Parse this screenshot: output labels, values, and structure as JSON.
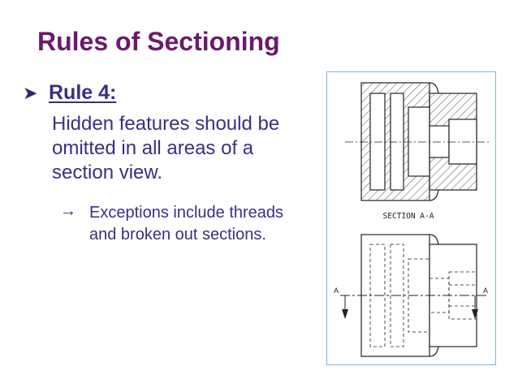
{
  "slide": {
    "title": "Rules of Sectioning",
    "rule_label": "Rule 4:",
    "body_text": "Hidden features should be omitted in all areas of a section view.",
    "sub_bullet_symbol": "→",
    "sub_text": "Exceptions include threads and broken out sections."
  },
  "figure": {
    "section_caption": "SECTION A-A",
    "cut_label_left": "A",
    "cut_label_right": "A"
  },
  "colors": {
    "title": "#6b1a6b",
    "body": "#3a2f85",
    "frame_border": "#7fb5d6"
  }
}
